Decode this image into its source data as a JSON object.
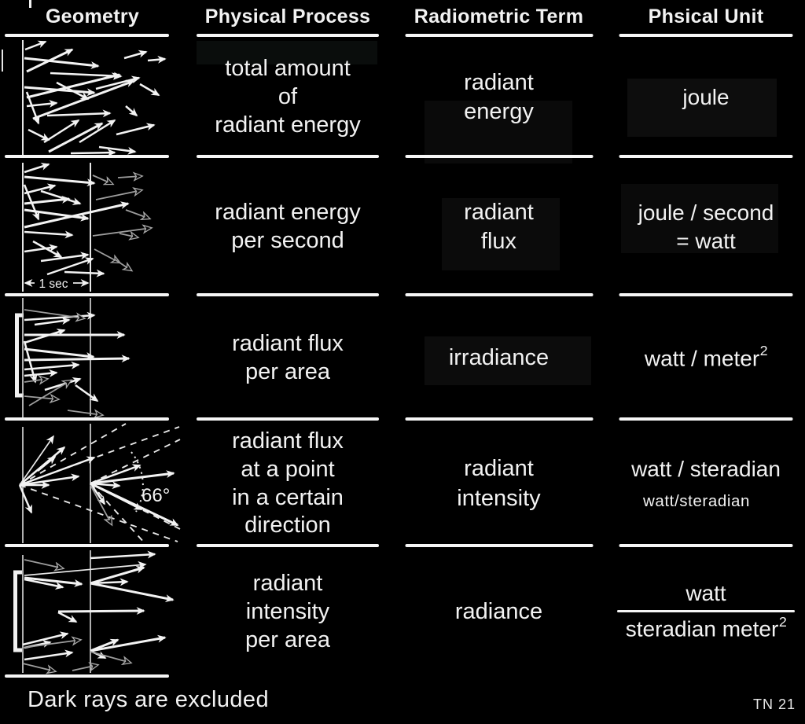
{
  "header": {
    "columns": [
      "Geometry",
      "Physical Process",
      "Radiometric Term",
      "Phsical Unit"
    ]
  },
  "rows": [
    {
      "process": "total amount\nof\nradiant energy",
      "term": "radiant\nenergy",
      "unit": {
        "main": "joule"
      }
    },
    {
      "process": "radiant energy\nper second",
      "term": "radiant\nflux",
      "unit": {
        "line1": "joule / second",
        "line2": "=  watt"
      },
      "geometry_label": "1 sec"
    },
    {
      "process": "radiant flux\nper area",
      "term": "irradiance",
      "unit": {
        "base": "watt / meter",
        "sup": "2"
      }
    },
    {
      "process": "radiant flux\nat a point\nin a certain\ndirection",
      "term": "radiant\nintensity",
      "unit": {
        "main": "watt / steradian",
        "secondary": "watt/steradian"
      },
      "geometry_label": "66°"
    },
    {
      "process": "radiant\nintensity\nper area",
      "term": "radiance",
      "unit": {
        "numerator": "watt",
        "denominator": "steradian meter",
        "denominator_sup": "2"
      }
    }
  ],
  "footer": {
    "note": "Dark rays are excluded",
    "tag": "TN 21"
  },
  "colors": {
    "background": "#000000",
    "text": "#f2f2f2",
    "divider": "#f6f6f6",
    "bright_ray": "#f3f3f3",
    "dark_ray": "#9d9d9d"
  }
}
